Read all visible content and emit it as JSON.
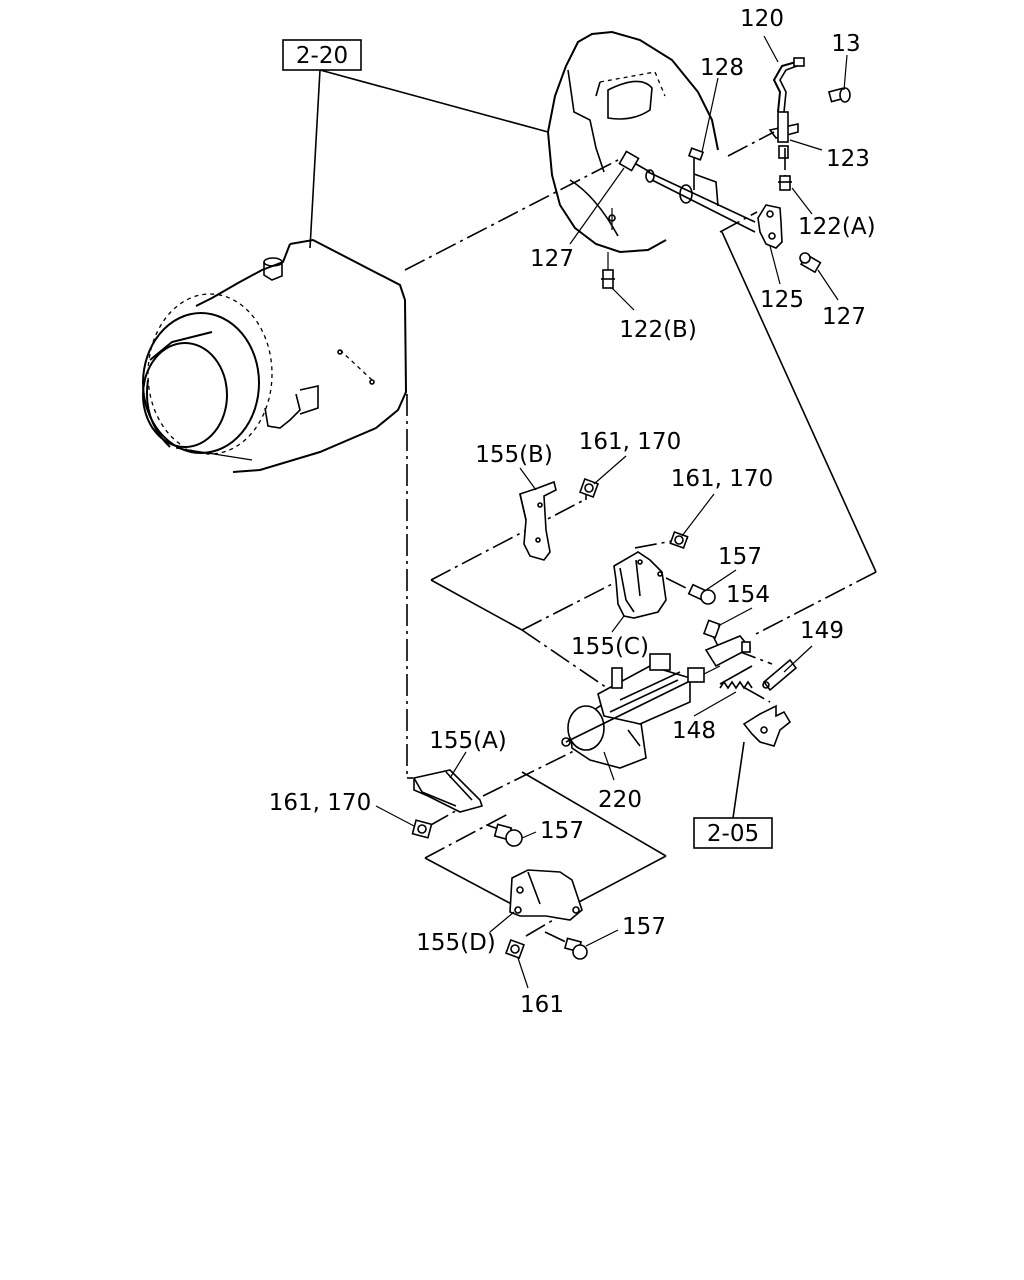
{
  "refs": {
    "ref_2_20": "2-20",
    "ref_2_05": "2-05"
  },
  "callouts": {
    "c120": "120",
    "c13": "13",
    "c128": "128",
    "c123": "123",
    "c122a": "122(A)",
    "c127_top": "127",
    "c127_right": "127",
    "c125": "125",
    "c122b": "122(B)",
    "c155b": "155(B)",
    "c161_170_a": "161, 170",
    "c161_170_b": "161, 170",
    "c157_a": "157",
    "c154": "154",
    "c155c": "155(C)",
    "c149": "149",
    "c148": "148",
    "c155a": "155(A)",
    "c220": "220",
    "c161_170_c": "161, 170",
    "c157_b": "157",
    "c155d": "155(D)",
    "c157_c": "157",
    "c161": "161"
  }
}
